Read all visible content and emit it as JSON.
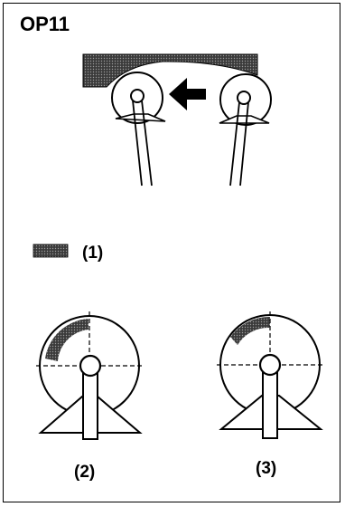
{
  "figure": {
    "title": "OP11",
    "legend_label": "(1)",
    "caption_2": "(2)",
    "caption_3": "(3)",
    "colors": {
      "ink": "#000000",
      "shading": "#555555",
      "paper": "#ffffff"
    },
    "icons": [
      "arrow-left-icon"
    ]
  }
}
